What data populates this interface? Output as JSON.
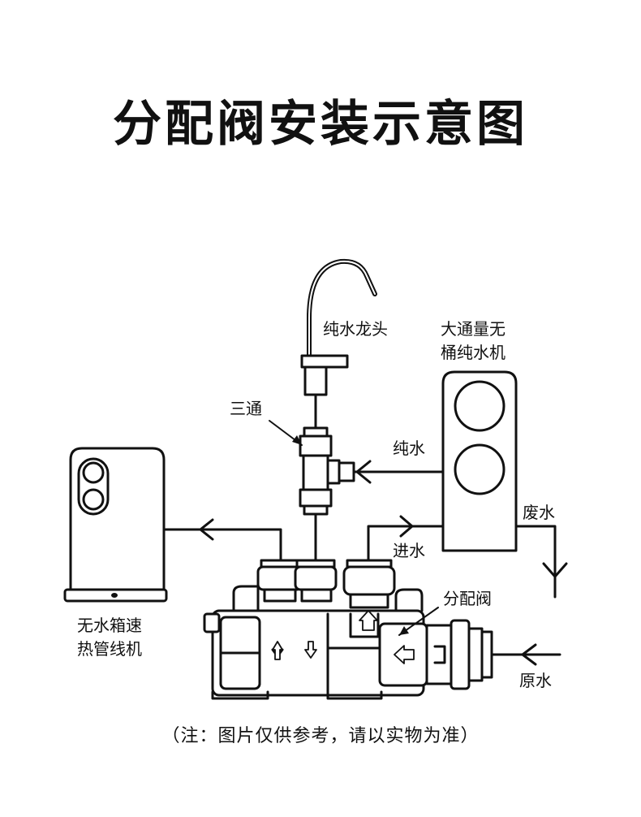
{
  "title": "分配阀安装示意图",
  "labels": {
    "faucet": "纯水龙头",
    "purifier_line1": "大通量无",
    "purifier_line2": "桶纯水机",
    "tee": "三通",
    "pure_water": "纯水",
    "waste_water": "废水",
    "inlet_water": "进水",
    "diverter_valve": "分配阀",
    "heater_line1": "无水箱速",
    "heater_line2": "热管线机",
    "raw_water": "原水"
  },
  "note": "（注：图片仅供参考，请以实物为准）",
  "colors": {
    "line": "#111111",
    "background": "#ffffff"
  }
}
